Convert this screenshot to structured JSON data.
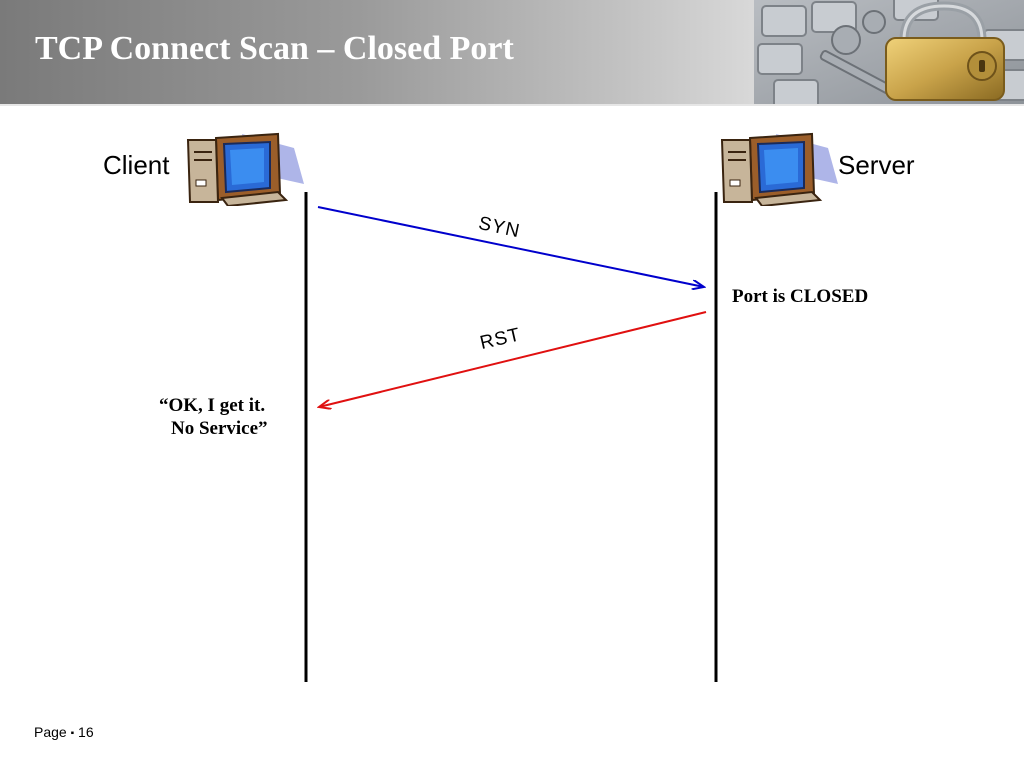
{
  "slide": {
    "title": "TCP Connect Scan – Closed Port",
    "page_label": "Page",
    "page_separator": "▪",
    "page_number": "16"
  },
  "participants": {
    "client": {
      "label": "Client",
      "icon": "desktop-computer-icon"
    },
    "server": {
      "label": "Server",
      "icon": "desktop-computer-icon"
    }
  },
  "messages": [
    {
      "label": "SYN",
      "from": "client",
      "to": "server",
      "color": "#0000cc"
    },
    {
      "label": "RST",
      "from": "server",
      "to": "client",
      "color": "#e01010"
    }
  ],
  "notes": {
    "server_note": "Port is CLOSED",
    "client_note_line1": "“OK, I get it.",
    "client_note_line2": "No Service”"
  },
  "colors": {
    "syn_arrow": "#0000cc",
    "rst_arrow": "#e01010",
    "lifeline": "#000000",
    "title_text": "#ffffff"
  }
}
